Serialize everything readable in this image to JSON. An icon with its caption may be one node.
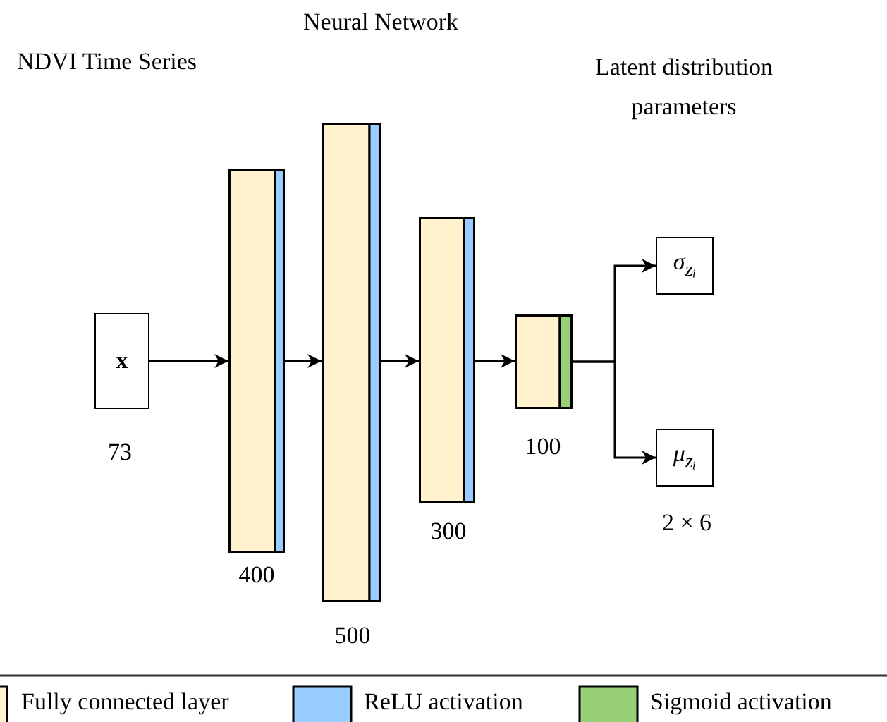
{
  "diagram": {
    "title": "Neural Network",
    "nodes": [
      {
        "text": [
          "x"
        ],
        "beside": [
          "73"
        ]
      },
      {
        "text": [],
        "shape": "bar",
        "beside": [
          "400"
        ]
      },
      {
        "text": [],
        "shape": "bar",
        "beside": [
          "500"
        ]
      },
      {
        "text": [],
        "shape": "bar",
        "beside": [
          "300"
        ]
      },
      {
        "text": [],
        "shape": "bar",
        "beside": [
          "100"
        ]
      },
      {
        "text": [
          "σ$_{zᵢ}$"
        ]
      },
      {
        "text": [
          "μ$_{zᵢ}$"
        ],
        "beside": [
          "2 × 6"
        ]
      }
    ],
    "edges": [
      {
        "from": 0,
        "to": 1,
        "arrow": "to"
      },
      {
        "from": 1,
        "to": 2,
        "arrow": "to"
      },
      {
        "from": 2,
        "to": 3,
        "arrow": "to"
      },
      {
        "from": 3,
        "to": 4,
        "arrow": "to"
      },
      {
        "from": 4,
        "to": 5,
        "arrow": "to"
      },
      {
        "from": 4,
        "to": 6,
        "arrow": "to"
      }
    ],
    "labels": [
      "NDVI Time Series",
      "Latent distribution parameters"
    ],
    "legend": [
      {
        "text": "Fully connected layer",
        "color": "#fff2cc"
      },
      {
        "text": "ReLU activation",
        "color": "#99ccff"
      },
      {
        "text": "Sigmoid activation",
        "color": "#97d077"
      }
    ]
  }
}
